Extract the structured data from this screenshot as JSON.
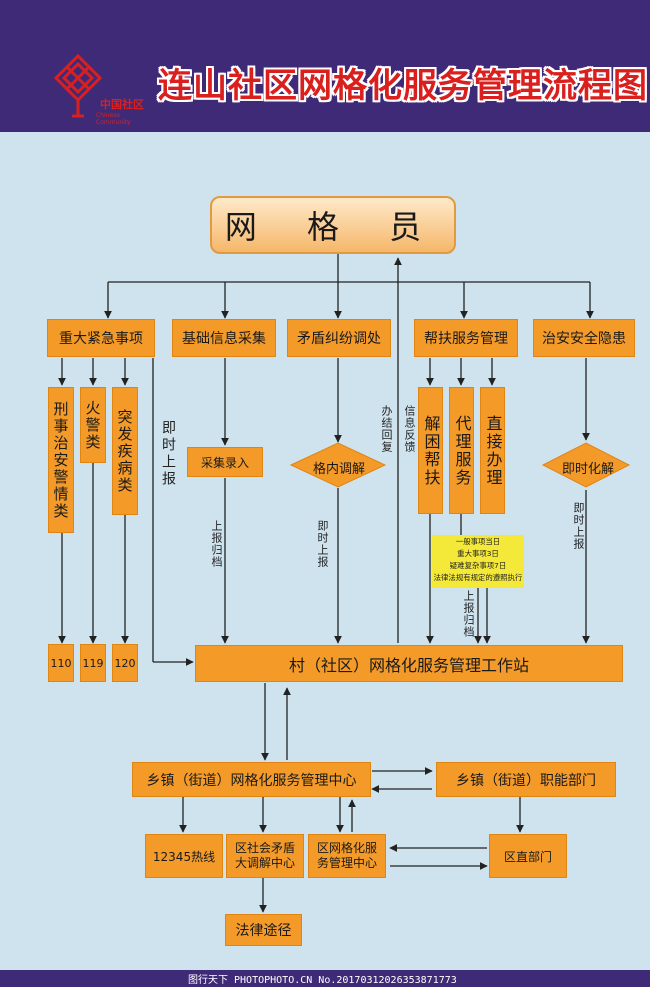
{
  "title": "连山社区网格化服务管理流程图",
  "logo": {
    "mark": "中国社区",
    "caption": "Chinese Community"
  },
  "grid_member": "网 格 员",
  "categories": [
    "重大紧急事项",
    "基础信息采集",
    "矛盾纠纷调处",
    "帮扶服务管理",
    "治安安全隐患"
  ],
  "emergency": [
    "刑事治安警情类",
    "火警类",
    "突发疾病类"
  ],
  "hotlines": [
    "110",
    "119",
    "120"
  ],
  "collect_entry": "采集录入",
  "in_grid_mediation": "格内调解",
  "immediate_resolve": "即时化解",
  "help_items": [
    "解困帮扶",
    "代理服务",
    "直接办理"
  ],
  "note_lines": [
    "一般事项当日",
    "重大事项3日",
    "疑难复杂事项7日",
    "法律法规有规定的遵照执行"
  ],
  "labels": {
    "immediate_report_big": "即时上报",
    "report_archive": "上报归档",
    "immediate_report": "即时上报",
    "handling_feedback": "办结回复",
    "info_feedback": "信息反馈",
    "report_archive_2": "上报归档",
    "immediate_report_2": "即时上报"
  },
  "workstation": "村（社区）网格化服务管理工作站",
  "town_center": "乡镇（街道）网格化服务管理中心",
  "town_departments": "乡镇（街道）职能部门",
  "hotline_12345": "12345热线",
  "district_mediation": "区社会矛盾大调解中心",
  "district_grid_center": "区网格化服务管理中心",
  "district_departments": "区直部门",
  "legal_route": "法律途径",
  "watermark": "图行天下  PHOTOPHOTO.CN  No.20170312026353871773",
  "colors": {
    "header": "#3f2a78",
    "background": "#cfe3ef",
    "box": "#f39a29",
    "title": "#d9201e",
    "note": "#f4e838"
  }
}
